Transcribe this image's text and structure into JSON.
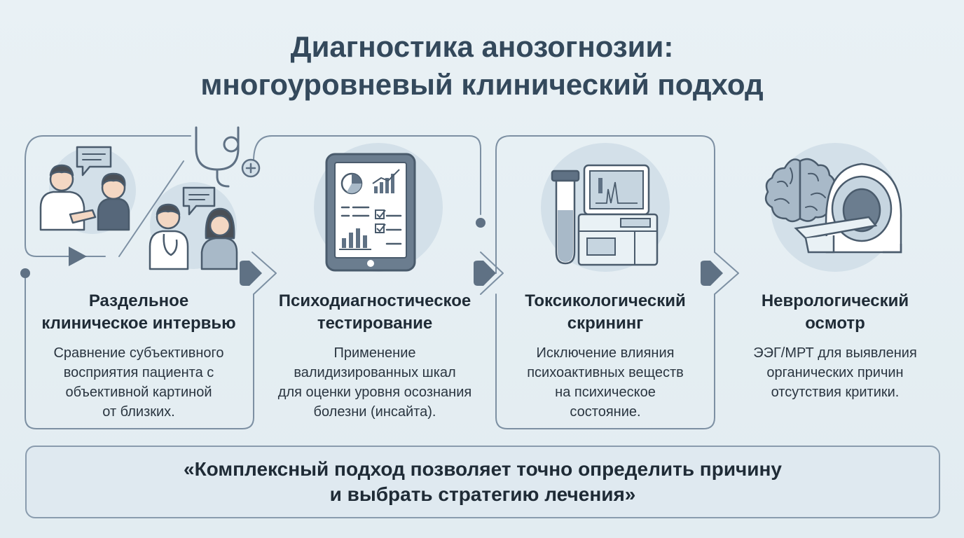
{
  "title": {
    "line1": "Диагностика анозогнозии:",
    "line2": "многоуровневый клинический подход"
  },
  "steps": [
    {
      "title_lines": [
        "Раздельное",
        "клиническое интервью"
      ],
      "desc_lines": [
        "Сравнение субъективного",
        "восприятия пациента с",
        "объективной картиной",
        "от близких."
      ],
      "icon": "doctor-patient-interview-icon"
    },
    {
      "title_lines": [
        "Психодиагностическое",
        "тестирование"
      ],
      "desc_lines": [
        "Применение",
        "валидизированных шкал",
        "для оценки уровня осознания",
        "болезни (инсайта)."
      ],
      "icon": "tablet-charts-icon"
    },
    {
      "title_lines": [
        "Токсикологический",
        "скрининг"
      ],
      "desc_lines": [
        "Исключение влияния",
        "психоактивных веществ",
        "на психическое",
        "состояние."
      ],
      "icon": "lab-analyzer-icon"
    },
    {
      "title_lines": [
        "Неврологический",
        "осмотр"
      ],
      "desc_lines": [
        "ЭЭГ/МРТ для выявления",
        "органических причин",
        "отсутствия критики."
      ],
      "icon": "brain-mri-scanner-icon"
    }
  ],
  "conclusion": {
    "line1": "«Комплексный подход позволяет точно определить причину",
    "line2": "и выбрать стратегию лечения»"
  },
  "colors": {
    "background": "#e6eff4",
    "frame": "#7d90a3",
    "title": "#34495c",
    "icon_circle": "#d3e0e9",
    "icon_stroke": "#4a5b6c"
  }
}
